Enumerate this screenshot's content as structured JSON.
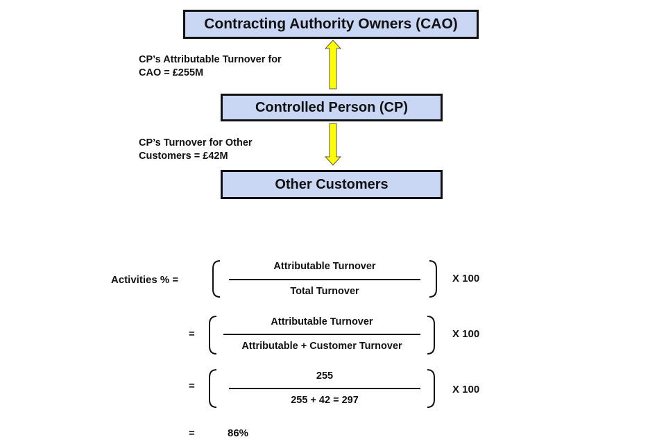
{
  "boxes": {
    "cao": "Contracting Authority Owners (CAO)",
    "cp": "Controlled Person (CP)",
    "other": "Other Customers"
  },
  "arrow_labels": {
    "to_cao_line1": "CP’s Attributable Turnover for",
    "to_cao_line2": "CAO  = £255M",
    "to_other_line1": "CP’s Turnover for Other",
    "to_other_line2": "Customers = £42M"
  },
  "colors": {
    "box_fill": "#c9d7f5",
    "arrow_fill": "#ffff00"
  },
  "formula": {
    "lhs": "Activities % =",
    "eq": "=",
    "times": "X 100",
    "row1": {
      "numerator": "Attributable Turnover",
      "denominator": "Total Turnover"
    },
    "row2": {
      "numerator": "Attributable Turnover",
      "denominator": "Attributable + Customer Turnover"
    },
    "row3": {
      "numerator": "255",
      "denominator": "255 + 42 = 297"
    },
    "result": "86%"
  }
}
